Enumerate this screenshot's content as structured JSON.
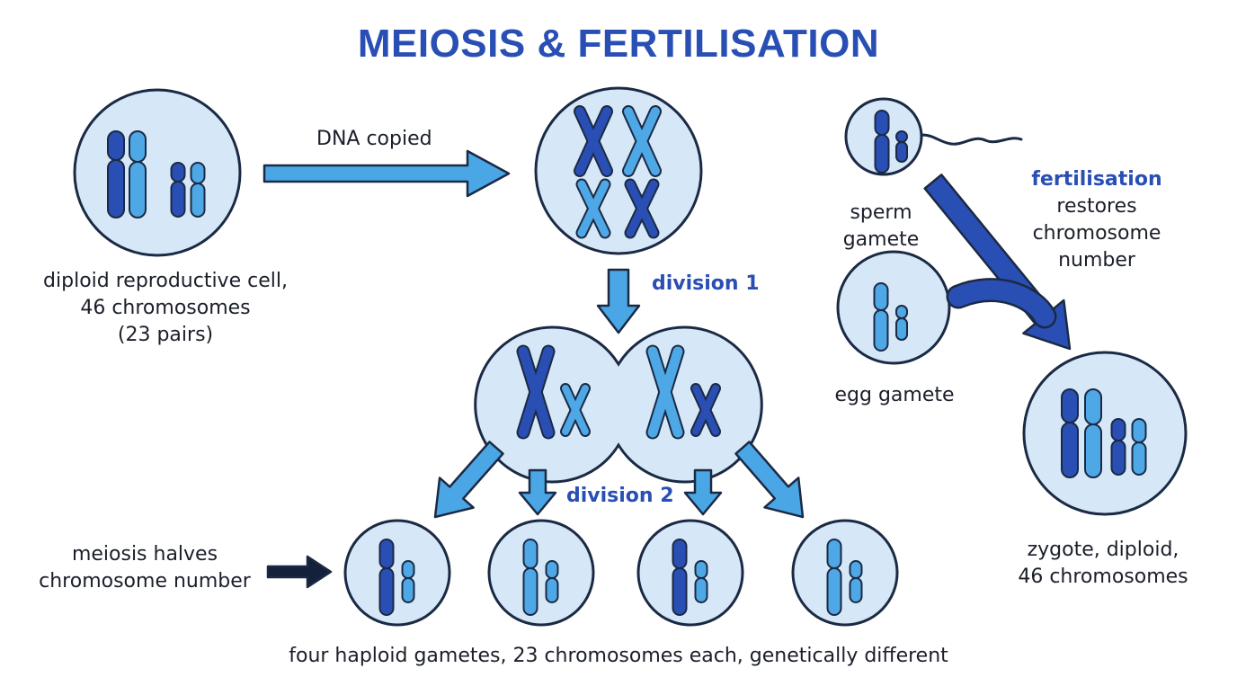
{
  "title": "MEIOSIS & FERTILISATION",
  "labels": {
    "dna_copied": "DNA copied",
    "diploid_cell": [
      "diploid reproductive cell,",
      "46 chromosomes",
      "(23 pairs)"
    ],
    "division_1": "division 1",
    "division_2": "division 2",
    "meiosis_halves": [
      "meiosis halves",
      "chromosome number"
    ],
    "four_gametes": "four haploid gametes, 23 chromosomes each, genetically different",
    "sperm": [
      "sperm",
      "gamete"
    ],
    "egg": "egg gamete",
    "fertilisation": "fertilisation",
    "restores": [
      "restores",
      "chromosome",
      "number"
    ],
    "zygote": [
      "zygote, diploid,",
      "46 chromosomes"
    ]
  },
  "colors": {
    "title": "#2a4fb4",
    "cell_fill": "#d6e8f8",
    "outline": "#1b2a44",
    "dark_chromosome": "#2a4fb4",
    "light_chromosome": "#4ea8e6",
    "arrow_light": "#4aa6e4",
    "arrow_dark": "#2a4fb4",
    "arrow_black": "#15213a"
  }
}
